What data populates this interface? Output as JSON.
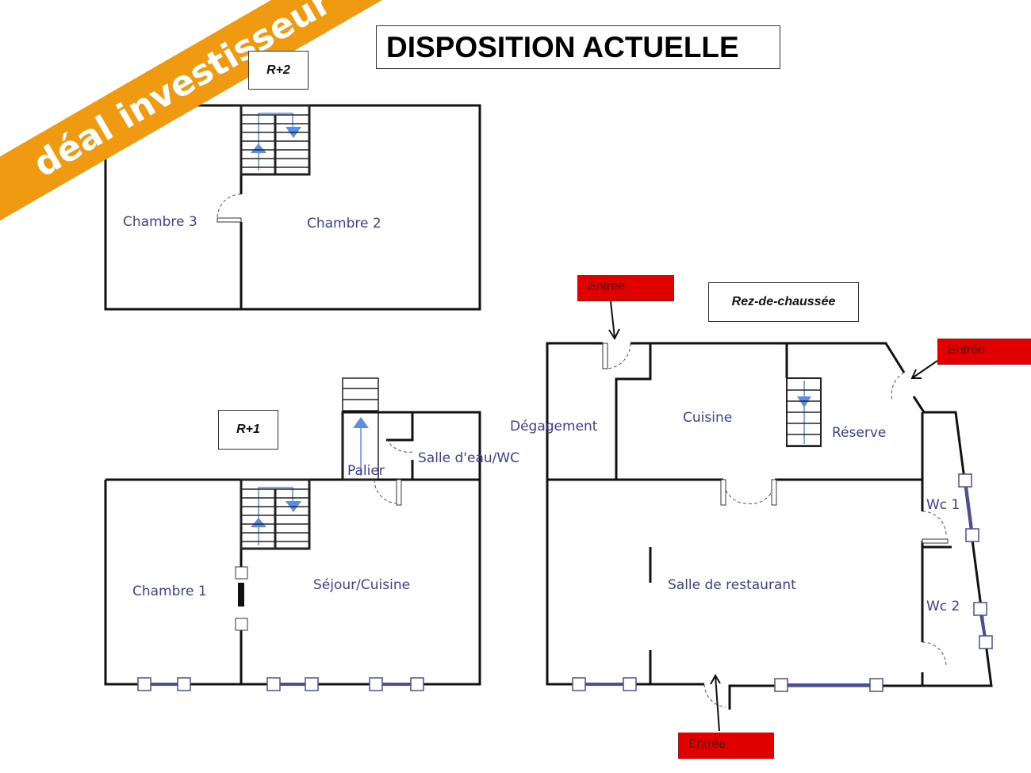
{
  "banner": "déal investisseur",
  "title": "DISPOSITION ACTUELLE",
  "floors": {
    "r2": {
      "label": "R+2",
      "rooms": [
        "Chambre 3",
        "Chambre 2"
      ]
    },
    "r1": {
      "label": "R+1",
      "rooms": [
        "Chambre 1",
        "Séjour/Cuisine",
        "Palier",
        "Salle d'eau/WC"
      ]
    },
    "rdc": {
      "label": "Rez-de-chaussée",
      "rooms": [
        "Dégagement",
        "Cuisine",
        "Réserve",
        "Salle de restaurant",
        "Wc 1",
        "Wc 2"
      ]
    }
  },
  "entrances": [
    "Entrée",
    "Entrée",
    "Entrée"
  ],
  "colors": {
    "wall": "#111111",
    "room_text": "#3a3f9a",
    "stairs_arrow": "#5b8ee0",
    "entrance": "#e00000",
    "banner": "#ef9a10"
  }
}
